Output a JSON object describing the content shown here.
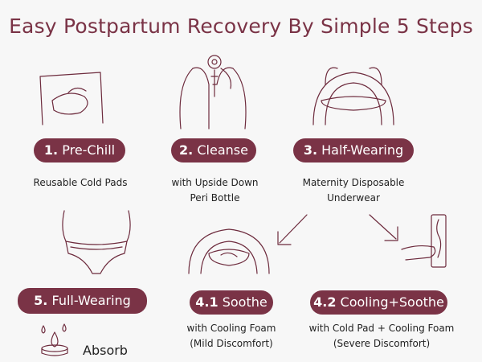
{
  "title": "Easy Postpartum Recovery By Simple 5 Steps",
  "accent_color": "#7a3346",
  "steps": [
    {
      "num": "1.",
      "label": "Pre-Chill",
      "caption1": "Reusable Cold Pads",
      "caption2": ""
    },
    {
      "num": "2.",
      "label": "Cleanse",
      "caption1": "with Upside Down",
      "caption2": "Peri Bottle"
    },
    {
      "num": "3.",
      "label": "Half-Wearing",
      "caption1": "Maternity Disposable",
      "caption2": "Underwear"
    },
    {
      "num": "5.",
      "label": "Full-Wearing",
      "caption1": "",
      "caption2": ""
    },
    {
      "num": "4.1",
      "label": "Soothe",
      "caption1": "with Cooling Foam",
      "caption2": "(Mild Discomfort)"
    },
    {
      "num": "4.2",
      "label": "Cooling+Soothe",
      "caption1": "with Cold Pad + Cooling Foam",
      "caption2": "(Severe Discomfort)"
    }
  ],
  "absorb_label": "Absorb"
}
